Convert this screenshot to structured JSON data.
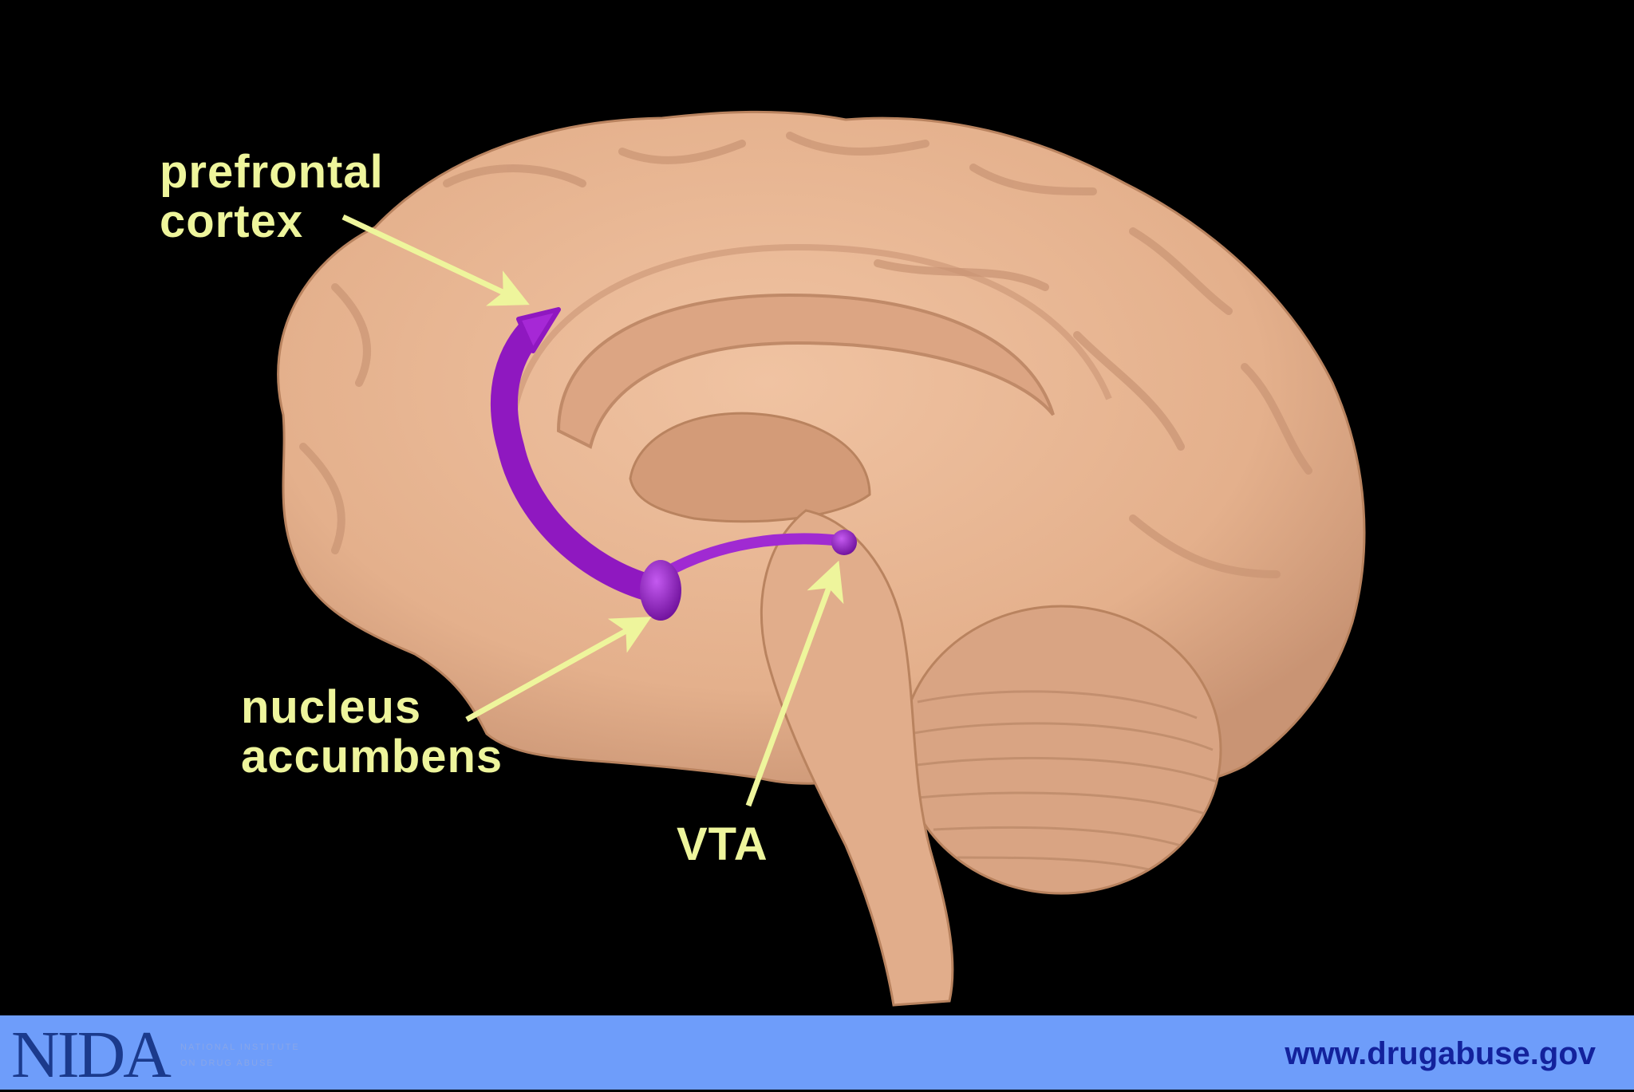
{
  "diagram": {
    "labels": {
      "prefrontal_cortex": [
        "prefrontal",
        "cortex"
      ],
      "nucleus_accumbens": [
        "nucleus",
        "accumbens"
      ],
      "vta": "VTA"
    }
  },
  "footer": {
    "logo_text": "NIDA",
    "logo_subtitle": [
      "National Institute",
      "on Drug Abuse"
    ],
    "url": "www.drugabuse.gov"
  },
  "colors": {
    "background": "#000000",
    "brain": "#e8b592",
    "pathway": "#9a1ec8",
    "label": "#eef59c",
    "footer_bar": "#6e9dfa",
    "url_text": "#13229c"
  }
}
